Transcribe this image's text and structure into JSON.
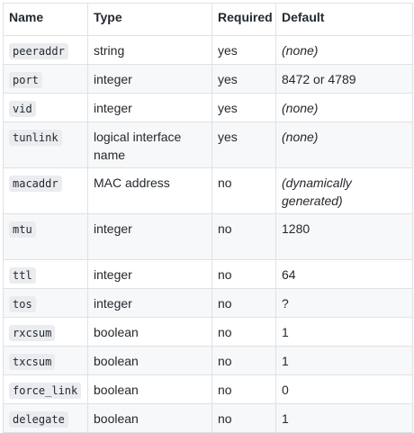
{
  "table": {
    "headers": {
      "name": "Name",
      "type": "Type",
      "required": "Required",
      "default": "Default"
    },
    "rows": [
      {
        "name": "peeraddr",
        "type": "string",
        "required": "yes",
        "default": "(none)",
        "default_italic": true
      },
      {
        "name": "port",
        "type": "integer",
        "required": "yes",
        "default": "8472 or 4789",
        "default_italic": false
      },
      {
        "name": "vid",
        "type": "integer",
        "required": "yes",
        "default": "(none)",
        "default_italic": true
      },
      {
        "name": "tunlink",
        "type": "logical interface name",
        "required": "yes",
        "default": "(none)",
        "default_italic": true
      },
      {
        "name": "macaddr",
        "type": "MAC address",
        "required": "no",
        "default": "(dynamically generated)",
        "default_italic": true
      },
      {
        "name": "mtu",
        "type": "integer",
        "required": "no",
        "default": "1280",
        "default_italic": false
      },
      {
        "name": "ttl",
        "type": "integer",
        "required": "no",
        "default": "64",
        "default_italic": false
      },
      {
        "name": "tos",
        "type": "integer",
        "required": "no",
        "default": "?",
        "default_italic": false
      },
      {
        "name": "rxcsum",
        "type": "boolean",
        "required": "no",
        "default": "1",
        "default_italic": false
      },
      {
        "name": "txcsum",
        "type": "boolean",
        "required": "no",
        "default": "1",
        "default_italic": false
      },
      {
        "name": "force_link",
        "type": "boolean",
        "required": "no",
        "default": "0",
        "default_italic": false
      },
      {
        "name": "delegate",
        "type": "boolean",
        "required": "no",
        "default": "1",
        "default_italic": false
      }
    ]
  }
}
